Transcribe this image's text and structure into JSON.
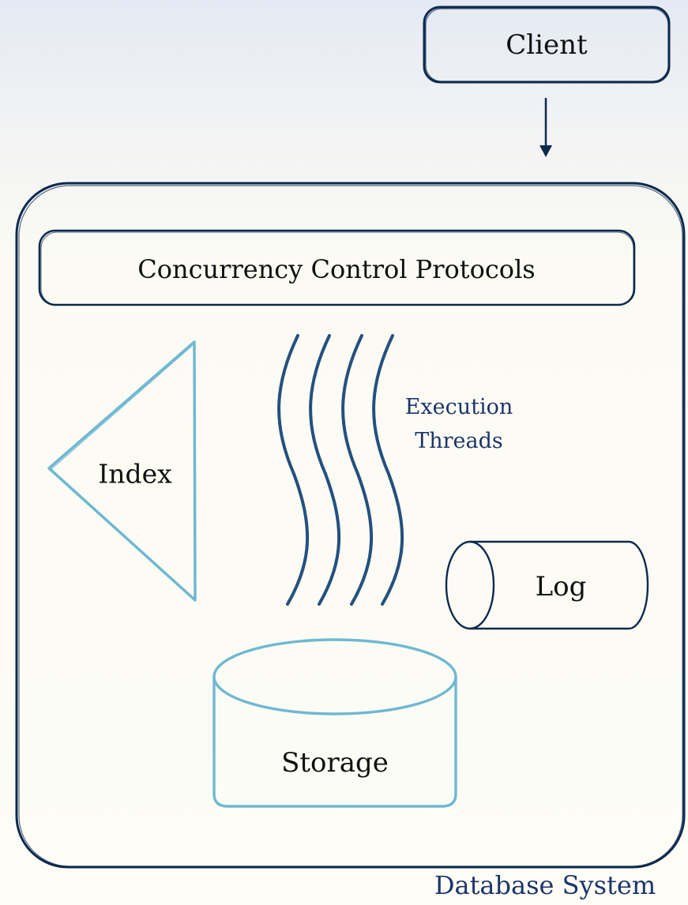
{
  "client": {
    "label": "Client"
  },
  "concurrency": {
    "label": "Concurrency Control Protocols"
  },
  "index": {
    "label": "Index"
  },
  "threads": {
    "line1": "Execution",
    "line2": "Threads"
  },
  "log": {
    "label": "Log"
  },
  "storage": {
    "label": "Storage"
  },
  "system": {
    "label": "Database System"
  },
  "colors": {
    "outline_dark": "#0d2a4f",
    "thread_blue": "#24507e",
    "light_blue": "#6fb8d2",
    "label_navy": "#1c3569",
    "text_dark": "#101010",
    "background": "#fcfcf5"
  }
}
